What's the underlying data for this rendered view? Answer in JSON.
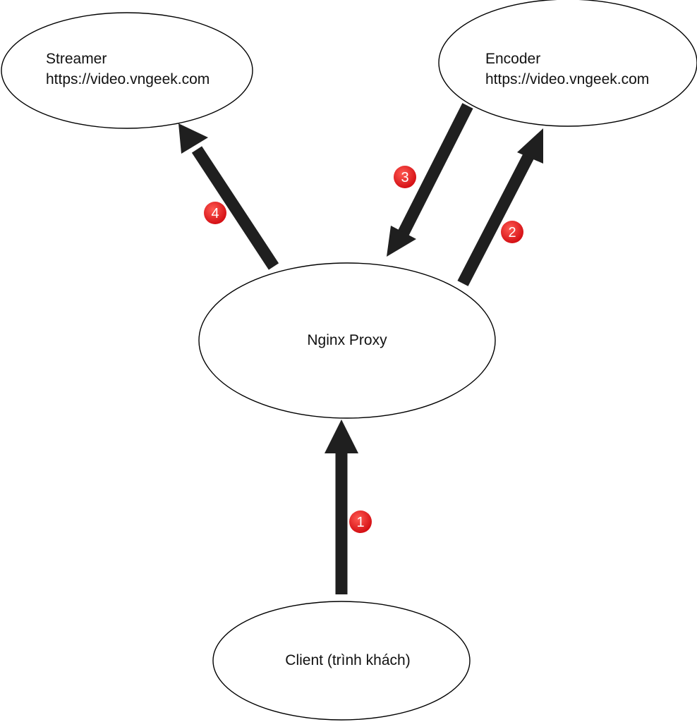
{
  "nodes": {
    "streamer": {
      "name": "Streamer",
      "url": "https://video.vngeek.com"
    },
    "encoder": {
      "name": "Encoder",
      "url": "https://video.vngeek.com"
    },
    "proxy": {
      "name": "Nginx Proxy"
    },
    "client": {
      "name": "Client (trình khách)"
    }
  },
  "steps": [
    {
      "number": "1",
      "from": "Client (trình khách)",
      "to": "Nginx Proxy"
    },
    {
      "number": "2",
      "from": "Nginx Proxy",
      "to": "Encoder"
    },
    {
      "number": "3",
      "from": "Encoder",
      "to": "Nginx Proxy"
    },
    {
      "number": "4",
      "from": "Nginx Proxy",
      "to": "Streamer"
    }
  ],
  "colors": {
    "arrow": "#1f1f1f",
    "badge": "#e8161b",
    "badge_text": "#ffffff",
    "node_stroke": "#000000",
    "node_fill": "#ffffff"
  }
}
